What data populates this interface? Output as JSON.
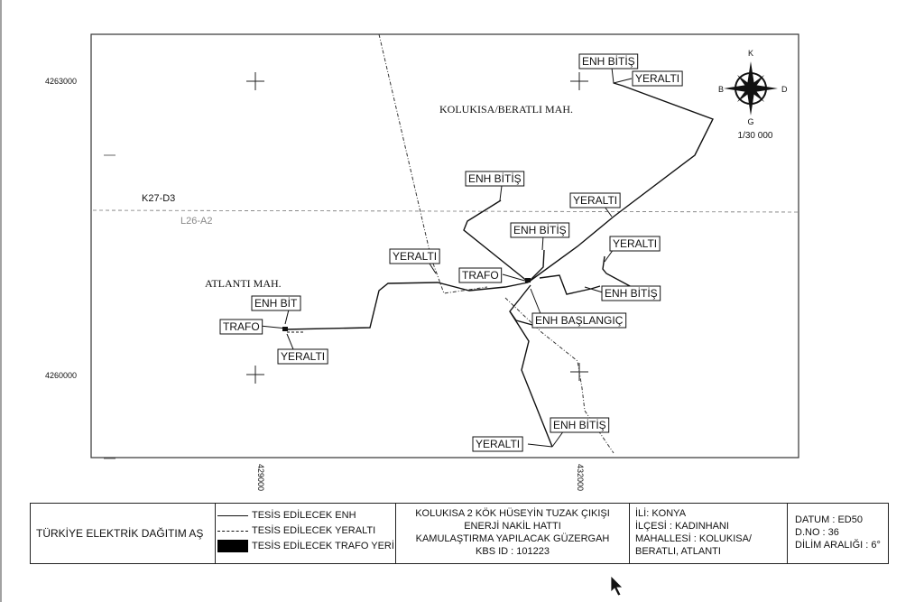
{
  "map": {
    "coordinates": {
      "northing_top": "4263000",
      "northing_bottom": "4260000",
      "easting_left": "429000",
      "easting_right": "432000"
    },
    "sheets": {
      "upper": "K27-D3",
      "lower": "L26-A2"
    },
    "regions": {
      "kolukisa": "KOLUKISA/BERATLI MAH.",
      "atlanti": "ATLANTI MAH."
    },
    "compass": {
      "n": "K",
      "s": "G",
      "w": "B",
      "e": "D",
      "scale": "1/30 000"
    },
    "labels": [
      "ENH BİTİŞ",
      "YERALTI",
      "ENH BİTİŞ",
      "YERALTI",
      "ENH BİTİŞ",
      "YERALTI",
      "YERALTI",
      "TRAFO",
      "ENH BİTİŞ",
      "ENH BAŞLANGIÇ",
      "ENH BİT",
      "TRAFO",
      "YERALTI",
      "ENH BİTİŞ",
      "YERALTI"
    ]
  },
  "title_block": {
    "company": "TÜRKİYE ELEKTRİK DAĞITIM AŞ",
    "legend": {
      "enh": "TESİS EDİLECEK ENH",
      "yeralti": "TESİS EDİLECEK YERALTI",
      "trafo": "TESİS EDİLECEK TRAFO YERİ"
    },
    "project": {
      "line1": "KOLUKISA 2 KÖK HÜSEYİN TUZAK ÇIKIŞI",
      "line2": "ENERJİ NAKİL HATTI",
      "line3": "KAMULAŞTIRMA YAPILACAK GÜZERGAH",
      "line4": "KBS ID : 101223"
    },
    "location": {
      "il": "İLİ: KONYA",
      "ilce": "İLÇESİ : KADINHANI",
      "mahalle1": "MAHALLESİ : KOLUKISA/",
      "mahalle2": "BERATLI, ATLANTI"
    },
    "datum": {
      "datum": "DATUM : ED50",
      "dno": "D.NO : 36",
      "dilim": "DİLİM ARALIĞI : 6°"
    }
  }
}
